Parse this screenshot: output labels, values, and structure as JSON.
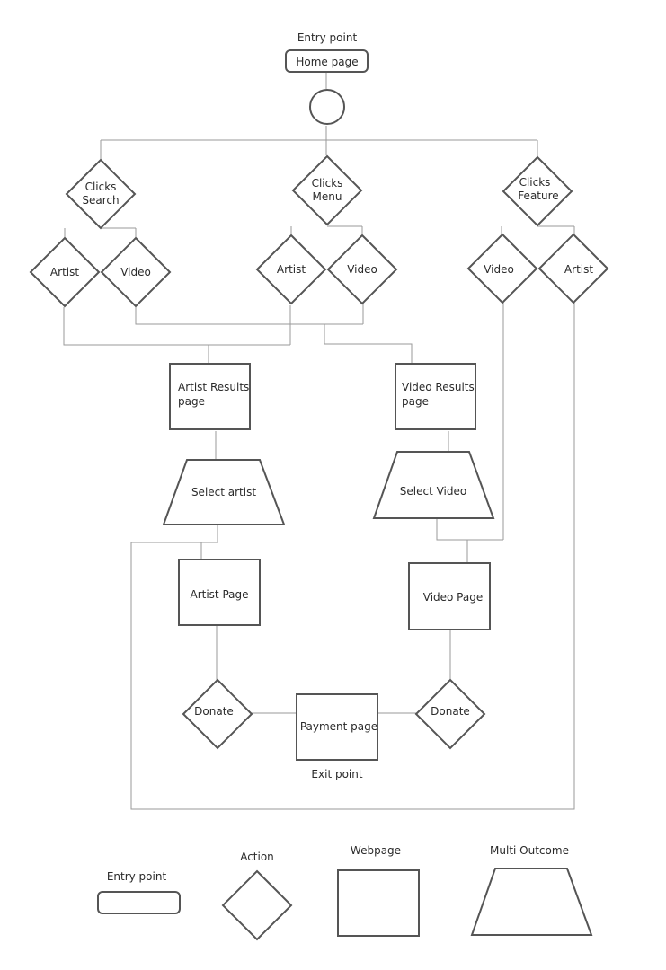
{
  "labels": {
    "entry_point": "Entry point",
    "home_page": "Home page",
    "clicks_search": [
      "Clicks",
      "Search"
    ],
    "clicks_menu": [
      "Clicks",
      "Menu"
    ],
    "clicks_feature": [
      "Clicks",
      "Feature"
    ],
    "artist": "Artist",
    "video": "Video",
    "artist_results": [
      "Artist Results",
      "page"
    ],
    "video_results": [
      "Video Results",
      "page"
    ],
    "select_artist": "Select artist",
    "select_video": "Select Video",
    "artist_page": "Artist Page",
    "video_page": "Video Page",
    "donate": "Donate",
    "payment_page": "Payment page",
    "exit_point": "Exit point"
  },
  "legend": {
    "entry_point": "Entry point",
    "action": "Action",
    "webpage": "Webpage",
    "multi_outcome": "Multi Outcome"
  },
  "colors": {
    "shape_stroke": "#555555",
    "connector": "#9a9a9a",
    "text": "#2a2a2a",
    "background": "#ffffff"
  }
}
